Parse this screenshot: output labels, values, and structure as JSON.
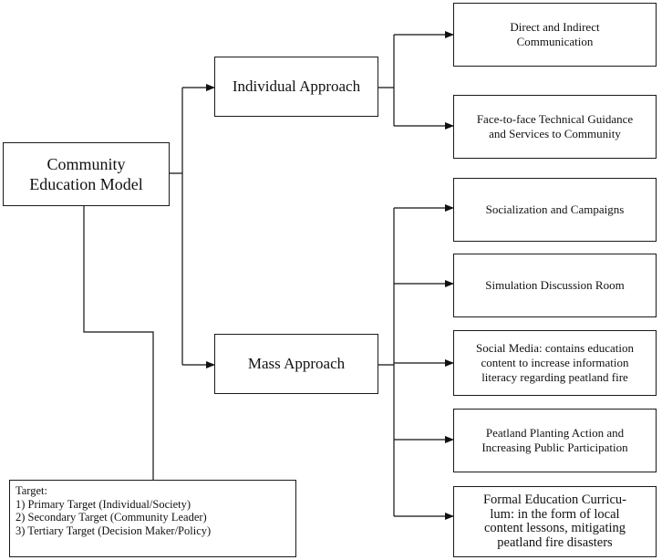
{
  "diagram": {
    "root": {
      "lines": [
        "Community",
        "Education Model"
      ]
    },
    "individual": {
      "label": "Individual Approach"
    },
    "mass": {
      "label": "Mass Approach"
    },
    "individual_children": [
      {
        "lines": [
          "Direct and Indirect",
          "Communication"
        ]
      },
      {
        "lines": [
          "Face-to-face Technical Guidance",
          "and Services to Community"
        ]
      }
    ],
    "mass_children": [
      {
        "lines": [
          "Socialization and Campaigns"
        ]
      },
      {
        "lines": [
          "Simulation Discussion Room"
        ]
      },
      {
        "lines": [
          "Social Media: contains education",
          "content to increase information",
          "literacy regarding peatland fire"
        ]
      },
      {
        "lines": [
          "Peatland Planting Action and",
          "Increasing Public Participation"
        ]
      },
      {
        "lines": [
          "Formal Education Curricu-",
          "lum: in the form of local",
          "content lessons, mitigating",
          "peatland fire disasters"
        ]
      }
    ],
    "target": {
      "title": "Target:",
      "items": [
        "1) Primary Target (Individual/Society)",
        "2) Secondary Target (Community Leader)",
        "3) Tertiary Target (Decision Maker/Policy)"
      ]
    }
  }
}
